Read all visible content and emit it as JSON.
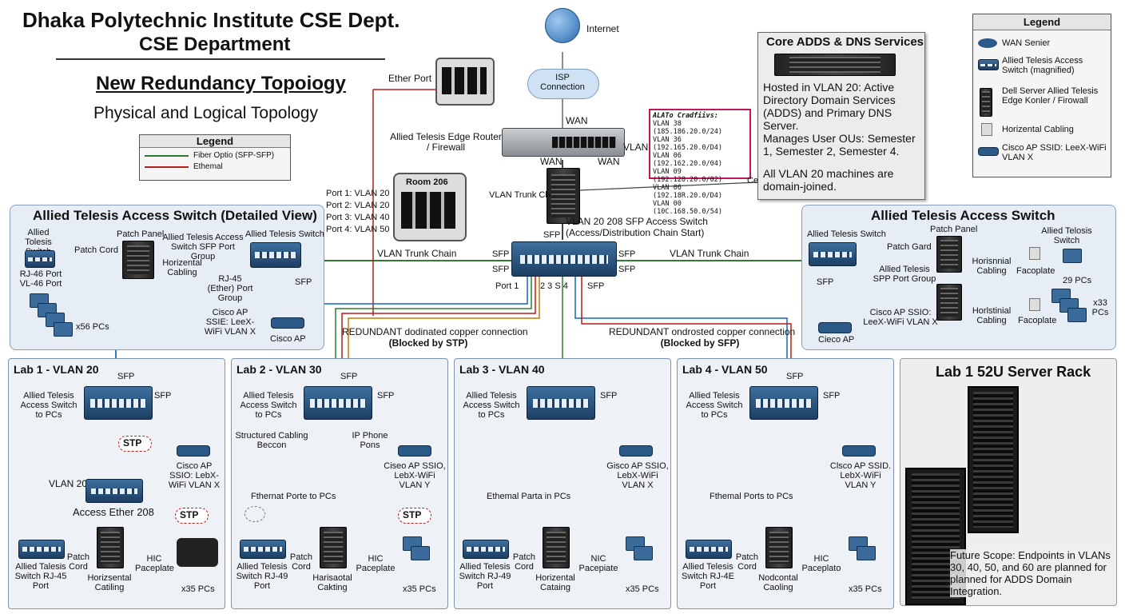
{
  "header": {
    "title": "Dhaka Polytechnic Institute CSE Dept.",
    "subtitle": "CSE Department",
    "topology_title": "New Redundancy Topoiogy",
    "topology_subtitle": "Physical and Logical Topology"
  },
  "legend_left": {
    "title": "Legend",
    "items": [
      {
        "label": "Fiber Optio (SFP-SFP)",
        "color": "#2e7d32"
      },
      {
        "label": "Ethemal",
        "color": "#b71c1c"
      }
    ]
  },
  "legend_right": {
    "title": "Legend",
    "items": [
      {
        "label": "WAN Senier",
        "icon": "router-icon"
      },
      {
        "label": "Allied Telesis Access Switch (magnified)",
        "icon": "switch-icon"
      },
      {
        "label": "Dell Server Allied Telesis Edge Konler / Firowall",
        "icon": "server-icon"
      },
      {
        "label": "Horizental Cabling",
        "icon": "faceplate-icon"
      },
      {
        "label": "Cisco AP SSID: LeeX-WiFi VLAN X",
        "icon": "access-point-icon"
      }
    ]
  },
  "internet": {
    "label": "Internet",
    "isp": "ISP Connection",
    "wan": "WAN"
  },
  "edge_router": {
    "label": "Allied Telesis Edge Router / Firewall",
    "ether_port": "Ether Port",
    "vlan": "VLAN",
    "wan_left": "WAN",
    "wan_right": "WAN"
  },
  "vlan_config": {
    "title": "ALATo Cradfiivs:",
    "lines": [
      "VLAN 38 (185.186.20.0/24)",
      "VLAN 36 (192.165.20.0/D4)",
      "VLAN 06 (192.162.20.0/04)",
      "VLAN 09 (192.128.20.0/02)",
      "VLAN 06 (192.18R.20.0/D4)",
      "VLAN 00 (10C.168.50.0/54)"
    ]
  },
  "adds": {
    "title": "Core ADDS & DNS Services",
    "p1": "Hosted in VLAN 20: Active Directory Domain Services (ADDS) and Primary DNS Server.",
    "p2": "Manages User OUs: Semester 1, Semester 2, Semester 4.",
    "p3": "All VLAN 20 machines are domain-joined.",
    "cut": "Ce"
  },
  "room206": {
    "title": "Room 206",
    "ports": [
      "Port 1: VLAN 20",
      "Port 2: VLAN 20",
      "Port 3: VLAN 40",
      "Port 4: VLAN 50"
    ]
  },
  "core": {
    "trunk_top": "VLAN Trunk Ch",
    "label": "VLAN 20 208 SFP Access Switch (Access/Distribution Chain Start)",
    "sfp": "SFP",
    "sfp_l1": "SFP",
    "sfp_l2": "SFP",
    "sfp_r1": "SFP",
    "sfp_r2": "SFP",
    "sfp_r3": "SFP",
    "port1": "Port 1",
    "port_nums": "2  3  S 4",
    "trunk_left": "VLAN Trunk Chain",
    "trunk_right": "VLAN Trunk Chain",
    "redundant_left": "REDUNDANT dodinated copper connection",
    "redundant_left_sub": "(Blocked by STP)",
    "redundant_right": "REDUNDANT ondrosted copper connection",
    "redundant_right_sub": "(Blocked by SFP)"
  },
  "left_panel": {
    "title": "Allied Telesis Access Switch (Detailed View)",
    "switch_top": "Allied Tolesis Switch",
    "patch_cord": "Patch Cord",
    "patch_panel": "Patch Panel",
    "sfp_group": "Allied Telesis Access Switch SFP Port Group",
    "switch": "Allied Telesis Switch",
    "horizontal": "Horizental Cabling",
    "rj45_group": "RJ-45 (Ether) Port Group",
    "sfp": "SFP",
    "rj45": "RJ-46 Port VL-46 Port",
    "pcs": "x56 PCs",
    "ap": "Cisco AP SSIE: LeeX-WiFi VLAN X",
    "ap_label": "Cisco AP"
  },
  "right_panel": {
    "title": "Allied Telesis Access Switch",
    "switch": "Allied Telesis Switch",
    "patch_panel": "Patch Panel",
    "patch_cord": "Patch Gard",
    "sfp_group": "Allied Telesis SPP Port Group",
    "switch_right": "Allied Telosis Switch",
    "horiz1": "Horisnnial Cabling",
    "faceplate1": "Facoplate",
    "pcs1": "29 PCs",
    "sfp": "SFP",
    "ap": "Cisco AP SSIO: LeeX-WiFi VLAN X",
    "horiz2": "Horlstinial Cabling",
    "faceplate2": "Facoplate",
    "pcs2": "x33 PCs",
    "ap_label": "Cieco AP"
  },
  "labs": [
    {
      "title": "Lab 1 - VLAN 20",
      "sfp_top": "SFP",
      "switch": "Allied Telesis Access Switch to PCs",
      "sfp": "SFP",
      "ap": "Cisco AP SSIO: LebX-WiFi VLAN X",
      "mid1": "STP",
      "mid2": "VLAN 20",
      "mid3": "Access Ether 208",
      "stp2": "STP",
      "bl_switch": "Allied Talesis Switch RJ-45 Port",
      "patch": "Patch Cord",
      "horiz": "Horizsental Catiling",
      "faceplate": "HIC Paceplate",
      "pcs": "x35 PCs"
    },
    {
      "title": "Lab 2 - VLAN 30",
      "sfp_top": "SFP",
      "switch": "Allied Telesis Access Switch to PCs",
      "sfp": "SFP",
      "ap": "Ciseo AP SSIO, LebX-WiFi VLAN Y",
      "mid1": "Structured Cabling Beccon",
      "mid2": "IP Phone Pons",
      "mid3": "Fthernat Porte to PCs",
      "stp2": "STP",
      "bl_switch": "Allied Telesis Switch RJ-49 Port",
      "patch": "Patch Cord",
      "horiz": "Harisaotal Cakting",
      "faceplate": "HIC Paceplate",
      "pcs": "x35 PCs"
    },
    {
      "title": "Lab 3 - VLAN 40",
      "sfp_top": "",
      "switch": "Allied Telesis Access Switch to PCs",
      "sfp": "SFP",
      "ap": "Gisco AP SSIO, LebX-WiFi VLAN X",
      "mid1": "",
      "mid2": "",
      "mid3": "Ethemal Parta in PCs",
      "stp2": "",
      "bl_switch": "Allied Telesis Switch RJ-49 Port",
      "patch": "Patch Cord",
      "horiz": "Horizental Cataing",
      "faceplate": "NIC Pacepiate",
      "pcs": "x35 PCs"
    },
    {
      "title": "Lab 4 - VLAN 50",
      "sfp_top": "SFP",
      "switch": "Allied Telesis Access Switch to PCs",
      "sfp": "SFP",
      "ap": "Clsco AP SSID. LebX-WiFi VLAN Y",
      "mid1": "",
      "mid2": "",
      "mid3": "Fthemal Ports to PCs",
      "stp2": "",
      "bl_switch": "Allied Telesis Switch RJ-4E Port",
      "patch": "Patch Cord",
      "horiz": "Nodcontal Caoling",
      "faceplate": "HIC Paceplato",
      "pcs": "x35 PCs"
    }
  ],
  "server_rack": {
    "title": "Lab 1  52U Server Rack",
    "note": "Future Scope: Endpoints in VLANs 30, 40, 50, and 60 are planned for planned for ADDS Domain Integration."
  }
}
